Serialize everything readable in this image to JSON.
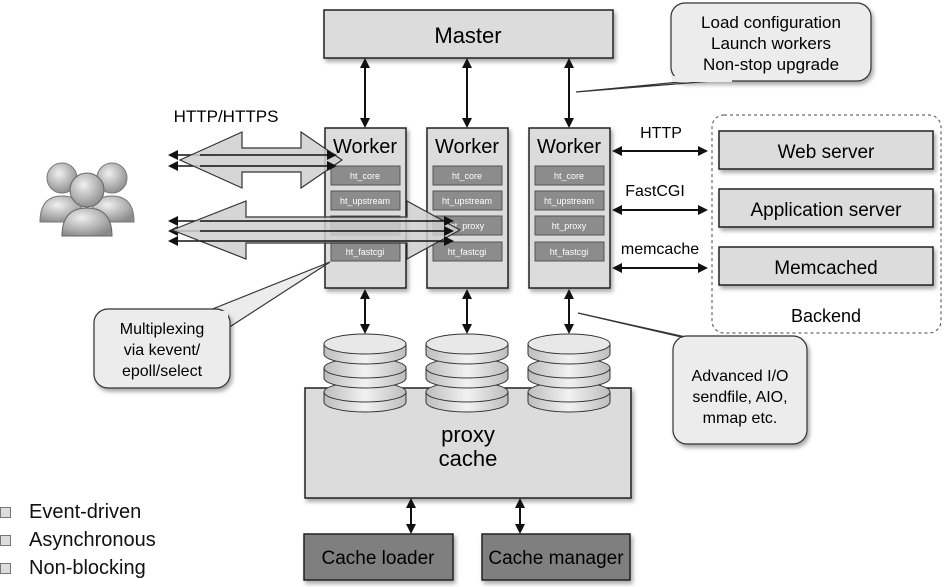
{
  "master": {
    "label": "Master"
  },
  "callout_top": {
    "lines": [
      "Load configuration",
      "Launch workers",
      "Non-stop upgrade"
    ]
  },
  "protocols": {
    "client": "HTTP/HTTPS",
    "http": "HTTP",
    "fastcgi": "FastCGI",
    "memcache": "memcache"
  },
  "workers": [
    {
      "title": "Worker",
      "modules": [
        "ht_core",
        "ht_upstream",
        "",
        "ht_fastcgi"
      ]
    },
    {
      "title": "Worker",
      "modules": [
        "ht_core",
        "ht_upstream",
        "ht_proxy",
        "ht_fastcgi"
      ]
    },
    {
      "title": "Worker",
      "modules": [
        "ht_core",
        "ht_upstream",
        "ht_proxy",
        "ht_fastcgi"
      ]
    }
  ],
  "backend": {
    "label": "Backend",
    "servers": [
      "Web server",
      "Application server",
      "Memcached"
    ]
  },
  "callout_multiplexing": {
    "lines": [
      "Multiplexing",
      "via kevent/",
      "epoll/select"
    ]
  },
  "callout_io": {
    "lines": [
      "Advanced I/O",
      "sendfile, AIO,",
      "mmap etc."
    ]
  },
  "proxy_cache": {
    "lines": [
      "proxy",
      "cache"
    ]
  },
  "cache_processes": {
    "loader": "Cache loader",
    "manager": "Cache manager"
  },
  "legend": [
    "Event-driven",
    "Asynchronous",
    "Non-blocking"
  ],
  "colors": {
    "box_fill": "#dcdcdc",
    "process_fill": "#7f7f7f",
    "stroke": "#222222"
  }
}
